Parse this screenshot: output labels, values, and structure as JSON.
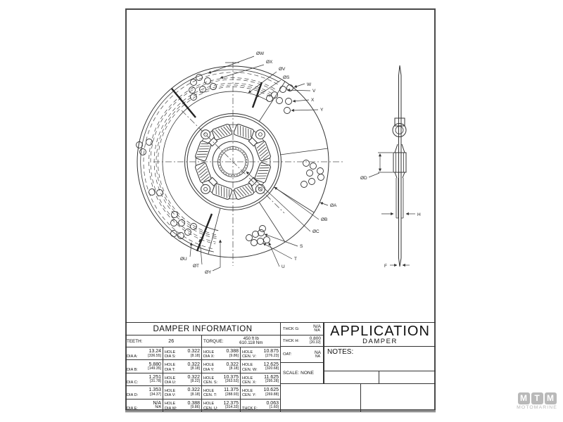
{
  "drawing": {
    "front_labels": {
      "ow": "ØW",
      "ox": "ØX",
      "ov": "ØV",
      "os": "ØS",
      "w": "W",
      "v": "V",
      "x": "X",
      "y": "Y",
      "oa": "ØA",
      "ob": "ØB",
      "oc": "ØC",
      "s": "S",
      "t": "T",
      "u": "U",
      "ou": "ØU",
      "ot": "ØT",
      "oy": "ØY"
    },
    "side_labels": {
      "od": "ØD",
      "h": "H",
      "f": "F"
    }
  },
  "table": {
    "title": "DAMPER INFORMATION",
    "teeth": {
      "label": "TEETH:",
      "value": "26"
    },
    "torque": {
      "label": "TORQUE:",
      "line1": "450 ft lb",
      "line2": "610.118 Nm"
    },
    "thck_g": {
      "label": "THCK G:",
      "v1": "N/A",
      "v2": "N/A"
    },
    "thck_h": {
      "label": "THCK H:",
      "v1": "0.800",
      "v2": "[20.32]"
    },
    "oat": {
      "label": "OAT:",
      "v1": "NA",
      "v2": "NA"
    },
    "scale": {
      "label": "SCALE:",
      "value": "NONE"
    },
    "rows": [
      [
        {
          "l1": "",
          "l2": "DIA A:",
          "v1": "13.24",
          "v2": "[336.55]"
        },
        {
          "l1": "HOLE",
          "l2": "DIA S:",
          "v1": "0.322",
          "v2": "[8.18]"
        },
        {
          "l1": "HOLE",
          "l2": "DIA X:",
          "v1": "0.388",
          "v2": "[9.86]"
        },
        {
          "l1": "HOLE",
          "l2": "CEN. V:",
          "v1": "10.875",
          "v2": "[276.23]"
        }
      ],
      [
        {
          "l1": "",
          "l2": "DIA B:",
          "v1": "5.880",
          "v2": "[149.35]"
        },
        {
          "l1": "HOLE",
          "l2": "DIA T:",
          "v1": "0.322",
          "v2": "[8.18]"
        },
        {
          "l1": "HOLE",
          "l2": "DIA Y:",
          "v1": "0.322",
          "v2": "[8.18]"
        },
        {
          "l1": "HOLE",
          "l2": "CEN. W:",
          "v1": "12.625",
          "v2": "[320.68]"
        }
      ],
      [
        {
          "l1": "",
          "l2": "DIA C:",
          "v1": "1.251",
          "v2": "[31.78]"
        },
        {
          "l1": "HOLE",
          "l2": "DIA U:",
          "v1": "0.322",
          "v2": "[8.22]"
        },
        {
          "l1": "HOLE",
          "l2": "CEN. S:",
          "v1": "10.375",
          "v2": "[263.53]"
        },
        {
          "l1": "HOLE",
          "l2": "CEN. X:",
          "v1": "11.625",
          "v2": "[295.28]"
        }
      ],
      [
        {
          "l1": "",
          "l2": "DIA D:",
          "v1": "1.353",
          "v2": "[34.37]"
        },
        {
          "l1": "HOLE",
          "l2": "DIA V:",
          "v1": "0.322",
          "v2": "[8.18]"
        },
        {
          "l1": "HOLE",
          "l2": "CEN. T:",
          "v1": "11.375",
          "v2": "[288.93]"
        },
        {
          "l1": "HOLE",
          "l2": "CEN. Y:",
          "v1": "10.625",
          "v2": "[269.88]"
        }
      ],
      [
        {
          "l1": "",
          "l2": "DIA E:",
          "v1": "N/A",
          "v2": "N/A"
        },
        {
          "l1": "HOLE",
          "l2": "DIA W:",
          "v1": "0.388",
          "v2": "[9.86]"
        },
        {
          "l1": "HOLE",
          "l2": "CEN. U:",
          "v1": "12.375",
          "v2": "[314.33]"
        },
        {
          "l1": "",
          "l2": "THCK F:",
          "v1": "0.063",
          "v2": "[1.60]"
        }
      ]
    ]
  },
  "application": {
    "title": "APPLICATION",
    "subtitle": "DAMPER",
    "notes": "NOTES:"
  },
  "logo": {
    "l1": "M",
    "l2": "T",
    "l3": "M",
    "name": "MOTOMARINE"
  }
}
